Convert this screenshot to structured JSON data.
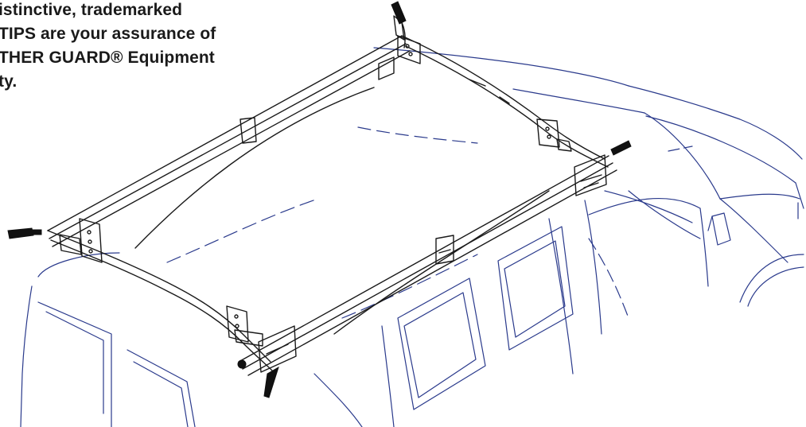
{
  "caption": {
    "lines": [
      "istinctive, trademarked",
      "TIPS are your assurance of",
      "THER GUARD® Equipment",
      "ty."
    ]
  },
  "figure": {
    "van_line_color": "#2a3a8c",
    "rack_line_color": "#1a1a1a",
    "tip_color": "#111111",
    "icons": [
      "van-outline-icon",
      "ladder-rack-icon",
      "rubber-tip-icon"
    ]
  }
}
